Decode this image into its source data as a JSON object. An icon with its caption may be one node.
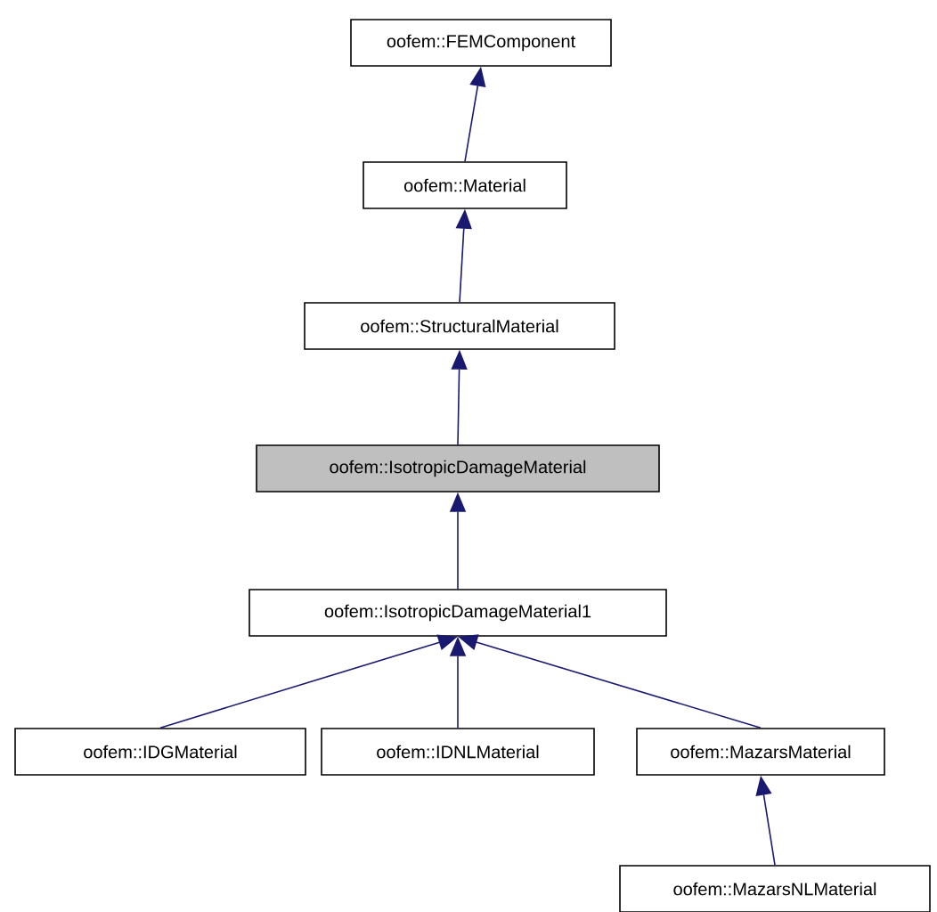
{
  "diagram": {
    "nodes": [
      {
        "text": [
          "oofem::FEMComponent"
        ]
      },
      {
        "text": [
          "oofem::Material"
        ]
      },
      {
        "text": [
          "oofem::StructuralMaterial"
        ]
      },
      {
        "text": [
          "oofem::IsotropicDamageMaterial"
        ]
      },
      {
        "text": [
          "oofem::IsotropicDamageMaterial1"
        ]
      },
      {
        "text": [
          "oofem::IDGMaterial"
        ]
      },
      {
        "text": [
          "oofem::IDNLMaterial"
        ]
      },
      {
        "text": [
          "oofem::MazarsMaterial"
        ]
      },
      {
        "text": [
          "oofem::MazarsNLMaterial"
        ]
      }
    ],
    "edges": [
      {
        "from": 1,
        "to": 0,
        "arrow": "to"
      },
      {
        "from": 2,
        "to": 1,
        "arrow": "to"
      },
      {
        "from": 3,
        "to": 2,
        "arrow": "to"
      },
      {
        "from": 4,
        "to": 3,
        "arrow": "to"
      },
      {
        "from": 5,
        "to": 4,
        "arrow": "to"
      },
      {
        "from": 6,
        "to": 4,
        "arrow": "to"
      },
      {
        "from": 7,
        "to": 4,
        "arrow": "to"
      },
      {
        "from": 8,
        "to": 7,
        "arrow": "to"
      }
    ]
  }
}
